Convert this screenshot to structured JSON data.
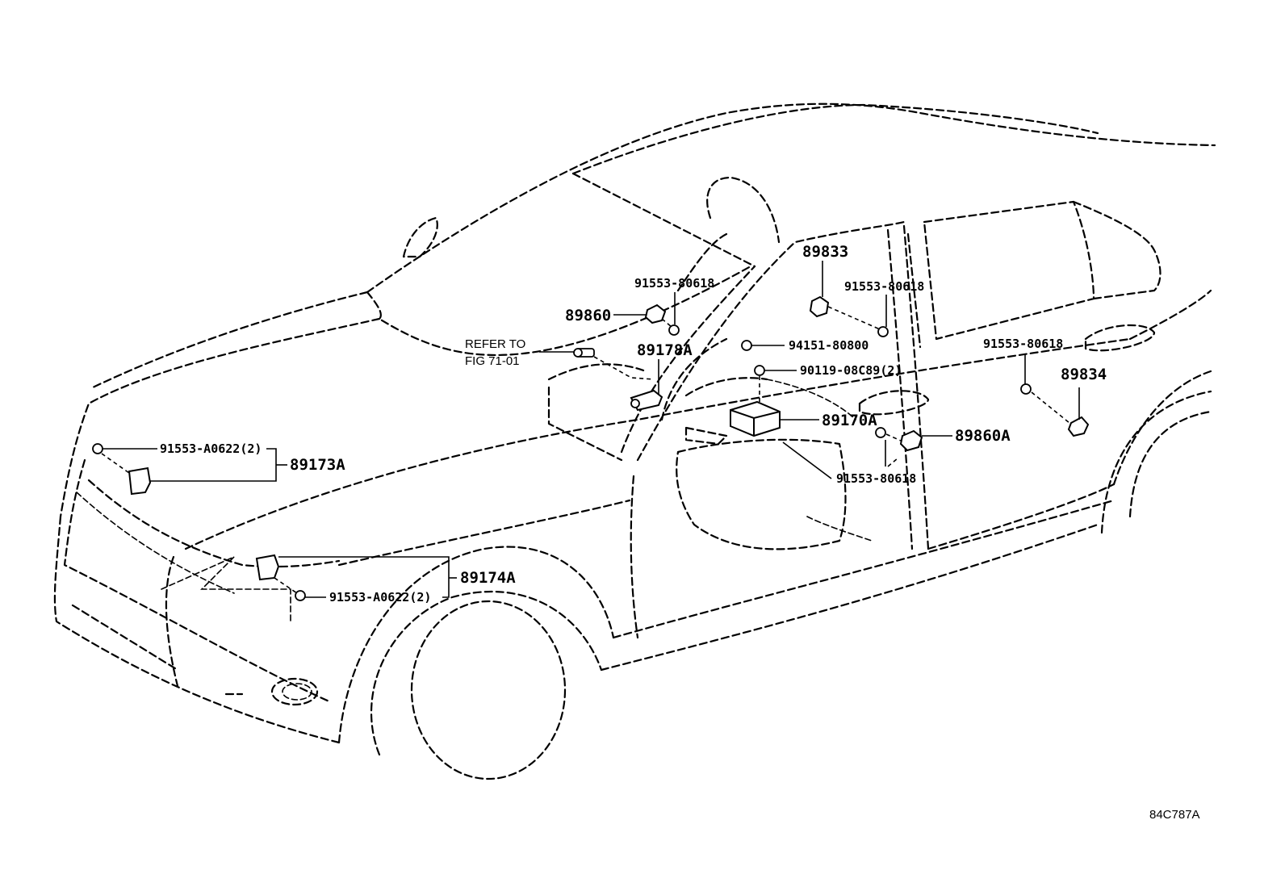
{
  "labels": {
    "p89833": "89833",
    "p91553_80618_a": "91553-80618",
    "p91553_80618_b": "91553-80618",
    "p91553_80618_c": "91553-80618",
    "p91553_80618_d": "91553-80618",
    "p89860": "89860",
    "p89178A": "89178A",
    "refer_line1": "REFER TO",
    "refer_line2": "FIG 71-01",
    "p94151_80800": "94151-80800",
    "p90119_08C89": "90119-08C89(2)",
    "p89834": "89834",
    "p89170A": "89170A",
    "p89860A": "89860A",
    "p91553_A0622_a": "91553-A0622(2)",
    "p89173A": "89173A",
    "p89174A": "89174A",
    "p91553_A0622_b": "91553-A0622(2)",
    "figure_code": "84C787A"
  }
}
